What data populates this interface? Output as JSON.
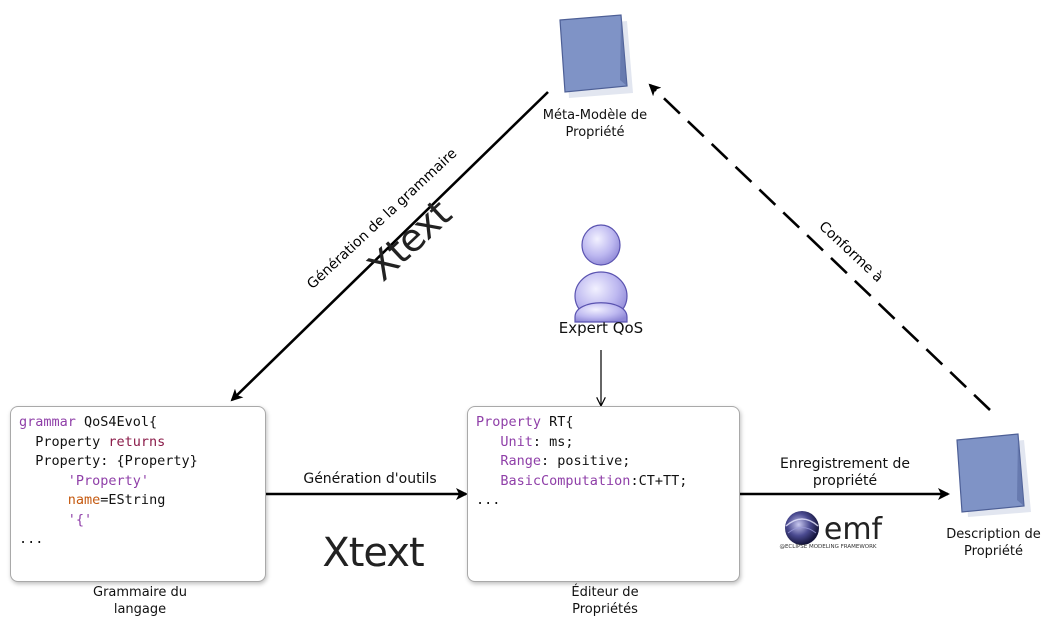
{
  "nodes": {
    "metamodel": {
      "label_line1": "Méta-Modèle de",
      "label_line2": "Propriété"
    },
    "expert": {
      "label": "Expert QoS"
    },
    "description": {
      "label_line1": "Description de",
      "label_line2": "Propriété"
    },
    "grammar": {
      "caption_line1": "Grammaire du",
      "caption_line2": "langage",
      "lines": [
        [
          {
            "t": "grammar",
            "c": "kw-purple"
          },
          {
            "t": " QoS4Evol{",
            "c": ""
          }
        ],
        [
          {
            "t": "  Property ",
            "c": ""
          },
          {
            "t": "returns",
            "c": "kw-maroon"
          }
        ],
        [
          {
            "t": "  Property: {Property}",
            "c": ""
          }
        ],
        [
          {
            "t": "      ",
            "c": ""
          },
          {
            "t": "'Property'",
            "c": "kw-violet"
          }
        ],
        [
          {
            "t": "      ",
            "c": ""
          },
          {
            "t": "name",
            "c": "kw-orange"
          },
          {
            "t": "=EString",
            "c": ""
          }
        ],
        [
          {
            "t": "      ",
            "c": ""
          },
          {
            "t": "'{'",
            "c": "kw-violet"
          }
        ],
        [
          {
            "t": "...",
            "c": ""
          }
        ]
      ]
    },
    "editor": {
      "caption_line1": "Éditeur de",
      "caption_line2": "Propriétés",
      "lines": [
        [
          {
            "t": "Property",
            "c": "kw-purple"
          },
          {
            "t": " RT{",
            "c": ""
          }
        ],
        [
          {
            "t": "   ",
            "c": ""
          },
          {
            "t": "Unit",
            "c": "kw-violet"
          },
          {
            "t": ": ms;",
            "c": ""
          }
        ],
        [
          {
            "t": "   ",
            "c": ""
          },
          {
            "t": "Range",
            "c": "kw-violet"
          },
          {
            "t": ": positive;",
            "c": ""
          }
        ],
        [
          {
            "t": "   ",
            "c": ""
          },
          {
            "t": "BasicComputation",
            "c": "kw-violet"
          },
          {
            "t": ":CT+TT;",
            "c": ""
          }
        ],
        [
          {
            "t": "...",
            "c": ""
          }
        ]
      ]
    }
  },
  "edges": {
    "grammar_generation": "Génération de la grammaire",
    "tools_generation": "Génération d'outils",
    "registration_line1": "Enregistrement de",
    "registration_line2": "propriété",
    "conforms": "Conforme à"
  },
  "logos": {
    "xtext": "Xtext",
    "emf": "emf",
    "emf_subtitle": "@ECLIPSE MODELING FRAMEWORK"
  },
  "colors": {
    "document": "#7f93c6",
    "document_border": "#4d5f96",
    "person": "#b7b3ee"
  }
}
